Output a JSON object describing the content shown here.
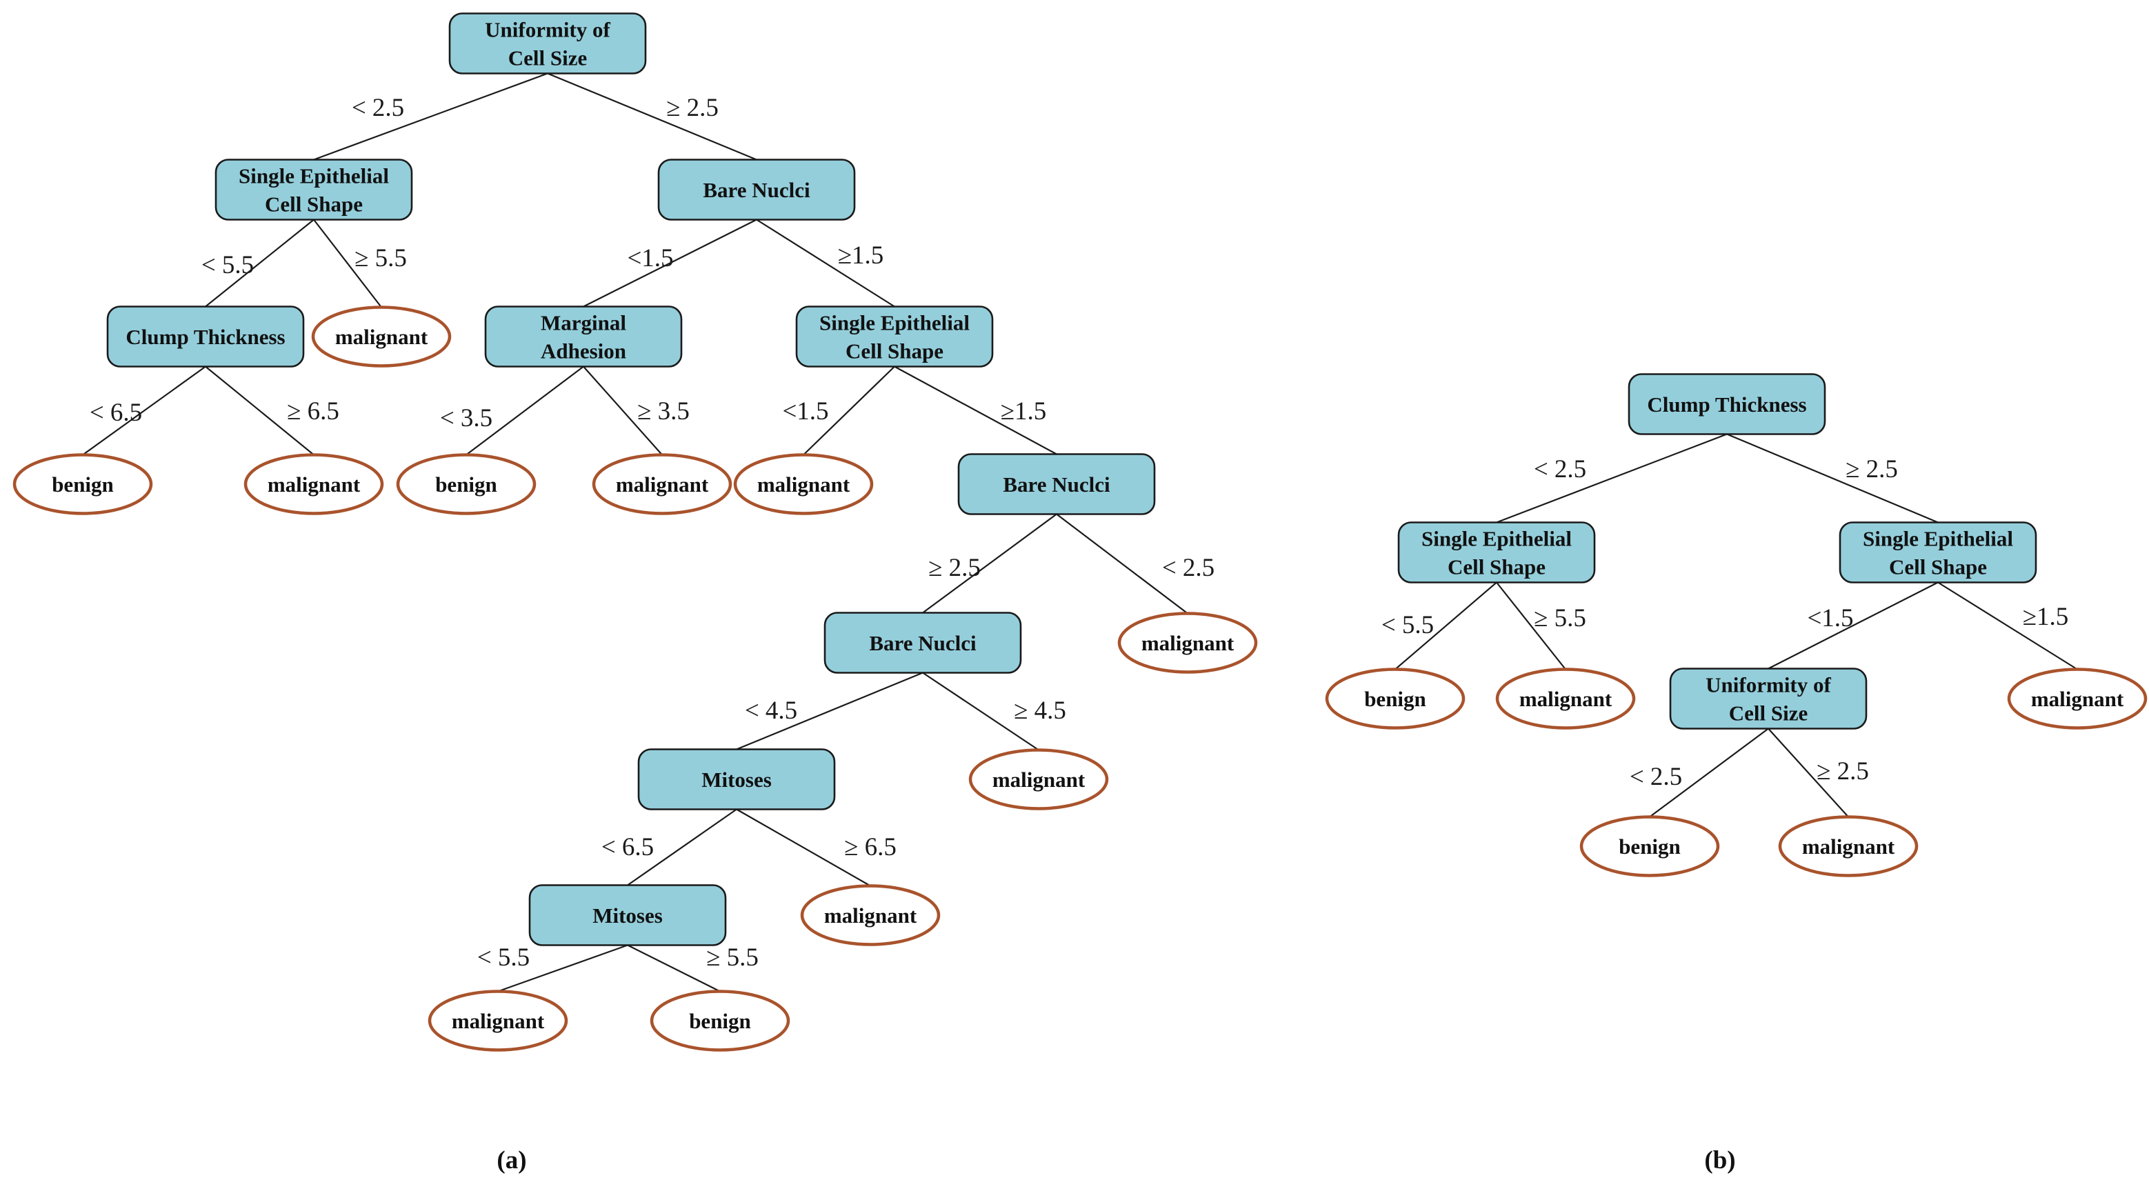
{
  "trees": [
    {
      "id": "a",
      "label": "(a)",
      "nodes": [
        {
          "id": "a1",
          "type": "split",
          "lines": [
            "Uniformity of",
            "Cell Size"
          ]
        },
        {
          "id": "a2",
          "type": "split",
          "lines": [
            "Single Epithelial",
            "Cell Shape"
          ]
        },
        {
          "id": "a3",
          "type": "split",
          "lines": [
            "Bare Nuclci"
          ]
        },
        {
          "id": "a4",
          "type": "split",
          "lines": [
            "Clump Thickness"
          ]
        },
        {
          "id": "a5",
          "type": "leaf",
          "lines": [
            "malignant"
          ]
        },
        {
          "id": "a6",
          "type": "split",
          "lines": [
            "Marginal",
            "Adhesion"
          ]
        },
        {
          "id": "a7",
          "type": "split",
          "lines": [
            "Single Epithelial",
            "Cell Shape"
          ]
        },
        {
          "id": "a8",
          "type": "leaf",
          "lines": [
            "benign"
          ]
        },
        {
          "id": "a9",
          "type": "leaf",
          "lines": [
            "malignant"
          ]
        },
        {
          "id": "a10",
          "type": "leaf",
          "lines": [
            "benign"
          ]
        },
        {
          "id": "a11",
          "type": "leaf",
          "lines": [
            "malignant"
          ]
        },
        {
          "id": "a12",
          "type": "leaf",
          "lines": [
            "malignant"
          ]
        },
        {
          "id": "a13",
          "type": "split",
          "lines": [
            "Bare Nuclci"
          ]
        },
        {
          "id": "a14",
          "type": "split",
          "lines": [
            "Bare Nuclci"
          ]
        },
        {
          "id": "a15",
          "type": "leaf",
          "lines": [
            "malignant"
          ]
        },
        {
          "id": "a16",
          "type": "split",
          "lines": [
            "Mitoses"
          ]
        },
        {
          "id": "a17",
          "type": "leaf",
          "lines": [
            "malignant"
          ]
        },
        {
          "id": "a18",
          "type": "split",
          "lines": [
            "Mitoses"
          ]
        },
        {
          "id": "a19",
          "type": "leaf",
          "lines": [
            "malignant"
          ]
        },
        {
          "id": "a20",
          "type": "leaf",
          "lines": [
            "malignant"
          ]
        },
        {
          "id": "a21",
          "type": "leaf",
          "lines": [
            "benign"
          ]
        }
      ],
      "edges": [
        {
          "from": "a1",
          "to": "a2",
          "label": "< 2.5"
        },
        {
          "from": "a1",
          "to": "a3",
          "label": "≥ 2.5"
        },
        {
          "from": "a2",
          "to": "a4",
          "label": "< 5.5"
        },
        {
          "from": "a2",
          "to": "a5",
          "label": "≥ 5.5"
        },
        {
          "from": "a3",
          "to": "a6",
          "label": "<1.5"
        },
        {
          "from": "a3",
          "to": "a7",
          "label": "≥1.5"
        },
        {
          "from": "a4",
          "to": "a8",
          "label": "< 6.5"
        },
        {
          "from": "a4",
          "to": "a9",
          "label": "≥ 6.5"
        },
        {
          "from": "a6",
          "to": "a10",
          "label": "< 3.5"
        },
        {
          "from": "a6",
          "to": "a11",
          "label": "≥ 3.5"
        },
        {
          "from": "a7",
          "to": "a12",
          "label": "<1.5"
        },
        {
          "from": "a7",
          "to": "a13",
          "label": "≥1.5"
        },
        {
          "from": "a13",
          "to": "a14",
          "label": "≥ 2.5"
        },
        {
          "from": "a13",
          "to": "a15",
          "label": "< 2.5"
        },
        {
          "from": "a14",
          "to": "a16",
          "label": "< 4.5"
        },
        {
          "from": "a14",
          "to": "a17",
          "label": "≥ 4.5"
        },
        {
          "from": "a16",
          "to": "a18",
          "label": "< 6.5"
        },
        {
          "from": "a16",
          "to": "a19",
          "label": "≥ 6.5"
        },
        {
          "from": "a18",
          "to": "a20",
          "label": "< 5.5"
        },
        {
          "from": "a18",
          "to": "a21",
          "label": "≥ 5.5"
        }
      ]
    },
    {
      "id": "b",
      "label": "(b)",
      "nodes": [
        {
          "id": "b1",
          "type": "split",
          "lines": [
            "Clump Thickness"
          ]
        },
        {
          "id": "b2",
          "type": "split",
          "lines": [
            "Single Epithelial",
            "Cell Shape"
          ]
        },
        {
          "id": "b3",
          "type": "split",
          "lines": [
            "Single Epithelial",
            "Cell Shape"
          ]
        },
        {
          "id": "b4",
          "type": "leaf",
          "lines": [
            "benign"
          ]
        },
        {
          "id": "b5",
          "type": "leaf",
          "lines": [
            "malignant"
          ]
        },
        {
          "id": "b6",
          "type": "split",
          "lines": [
            "Uniformity of",
            "Cell Size"
          ]
        },
        {
          "id": "b7",
          "type": "leaf",
          "lines": [
            "malignant"
          ]
        },
        {
          "id": "b8",
          "type": "leaf",
          "lines": [
            "benign"
          ]
        },
        {
          "id": "b9",
          "type": "leaf",
          "lines": [
            "malignant"
          ]
        }
      ],
      "edges": [
        {
          "from": "b1",
          "to": "b2",
          "label": "< 2.5"
        },
        {
          "from": "b1",
          "to": "b3",
          "label": "≥ 2.5"
        },
        {
          "from": "b2",
          "to": "b4",
          "label": "< 5.5"
        },
        {
          "from": "b2",
          "to": "b5",
          "label": "≥ 5.5"
        },
        {
          "from": "b3",
          "to": "b6",
          "label": "<1.5"
        },
        {
          "from": "b3",
          "to": "b7",
          "label": "≥1.5"
        },
        {
          "from": "b6",
          "to": "b8",
          "label": "< 2.5"
        },
        {
          "from": "b6",
          "to": "b9",
          "label": "≥ 2.5"
        }
      ]
    }
  ]
}
